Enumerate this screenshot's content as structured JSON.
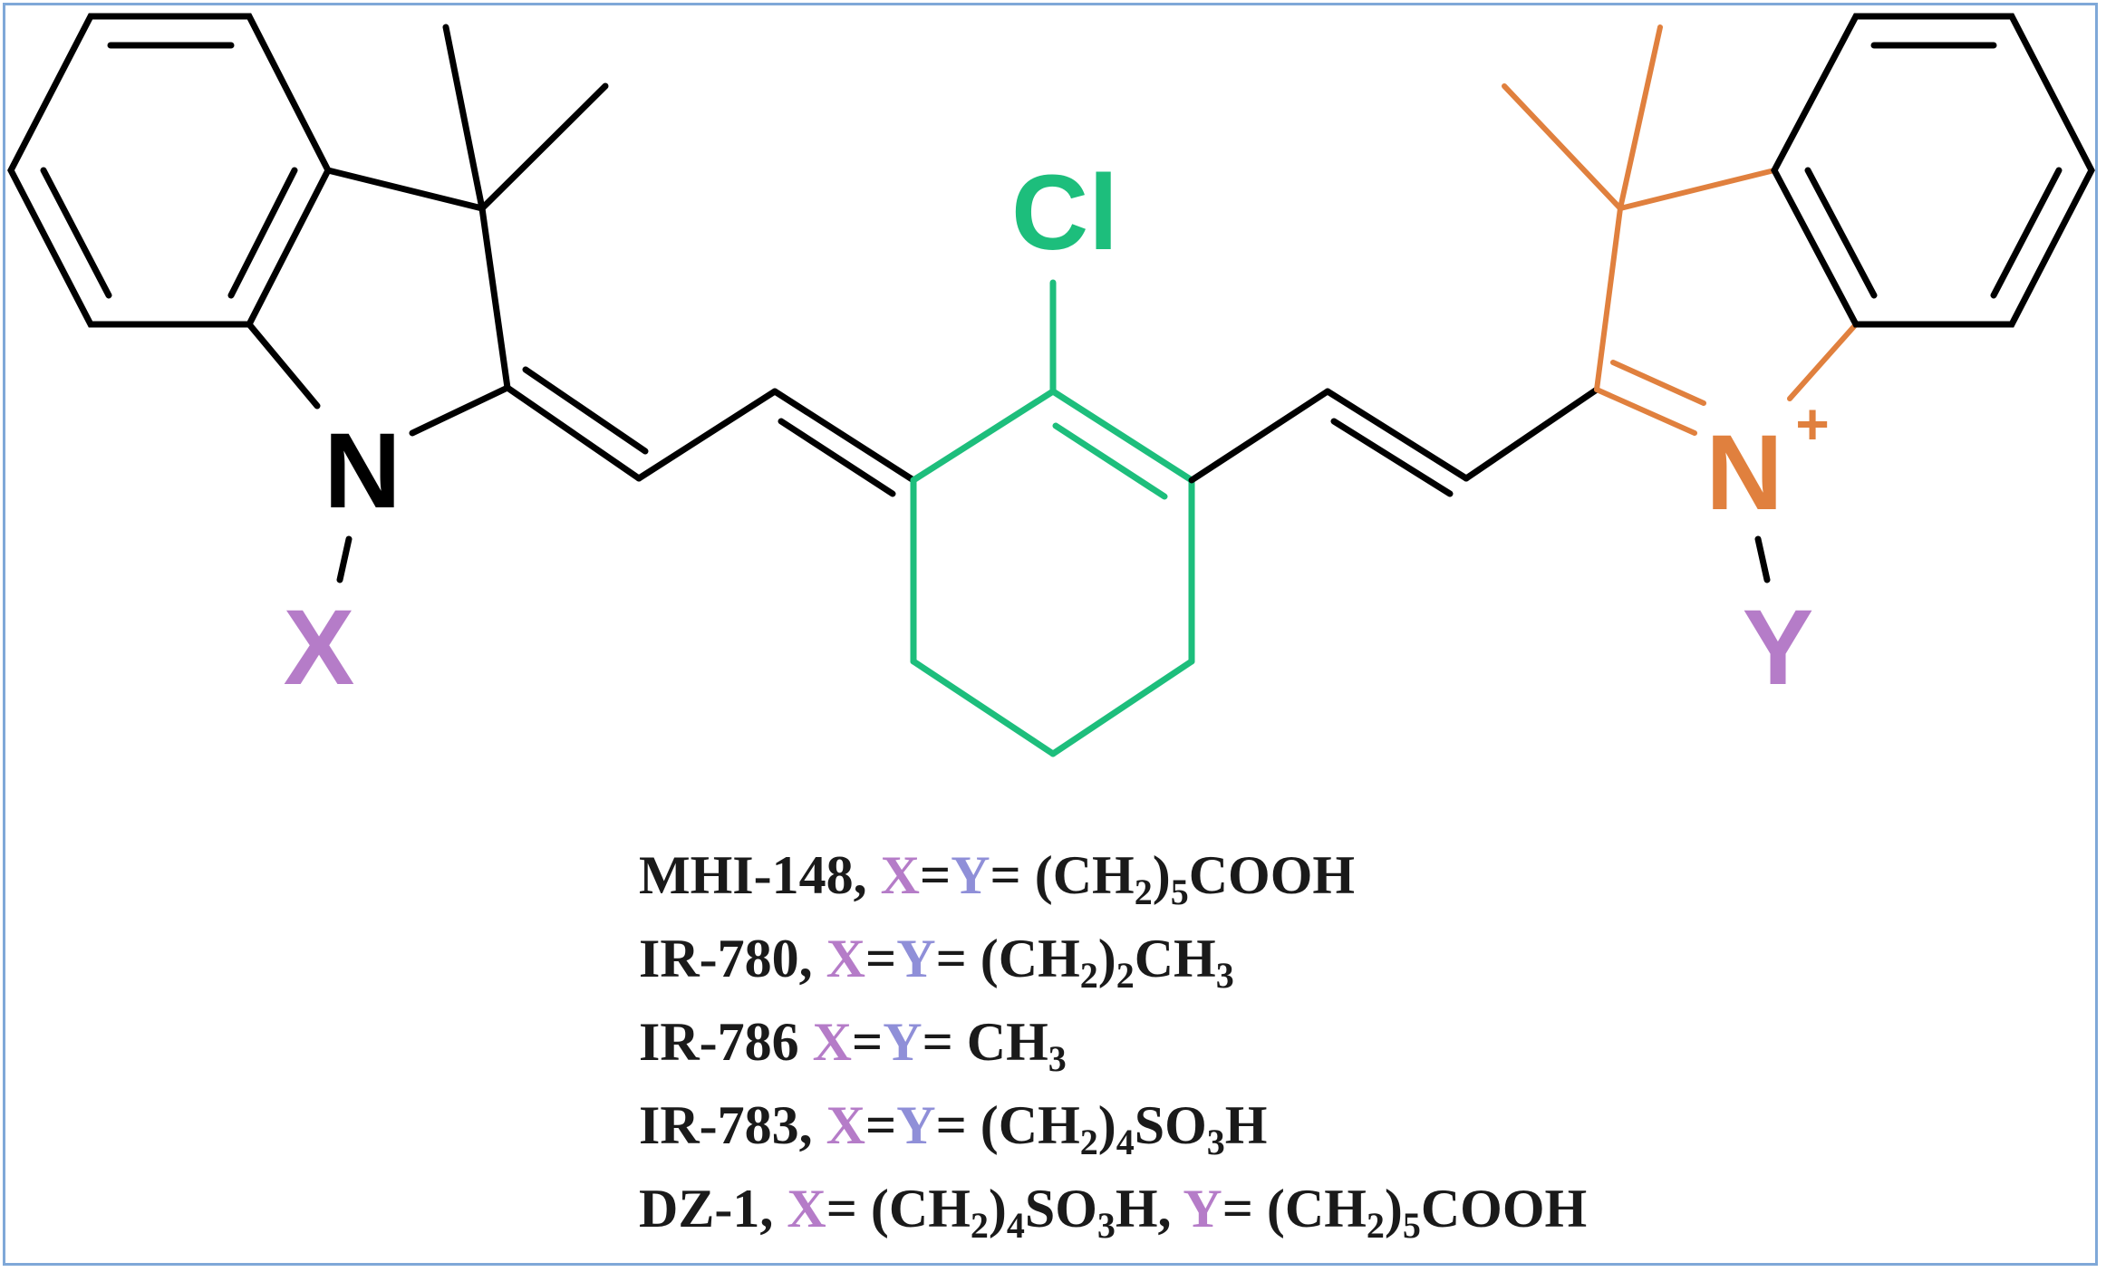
{
  "colors": {
    "frame": "#7fa8d8",
    "bonds_left": "#000000",
    "core_ring": "#1dbe7c",
    "right_indolium": "#e0803e",
    "substituent": "#b57cc8",
    "substituent_y_in_legend": "#8f8fd8"
  },
  "structure": {
    "left_nitrogen": "N",
    "left_substituent": "X",
    "chlorine": "Cl",
    "right_nitrogen": "N",
    "right_charge": "+",
    "right_substituent": "Y"
  },
  "legend": [
    {
      "name": "MHI-148",
      "x_symbol": "X",
      "eq": "=",
      "y_symbol": "Y",
      "formula_parts": [
        {
          "t": "= (CH"
        },
        {
          "sub": "2"
        },
        {
          "t": ")"
        },
        {
          "sub": "5"
        },
        {
          "t": "COOH"
        }
      ],
      "separator": ", "
    },
    {
      "name": "IR-780",
      "x_symbol": "X",
      "eq": "=",
      "y_symbol": "Y",
      "formula_parts": [
        {
          "t": "= (CH"
        },
        {
          "sub": "2"
        },
        {
          "t": ")"
        },
        {
          "sub": "2"
        },
        {
          "t": "CH"
        },
        {
          "sub": "3"
        }
      ],
      "separator": ", "
    },
    {
      "name": "IR-786",
      "x_symbol": "X",
      "eq": "=",
      "y_symbol": "Y",
      "formula_parts": [
        {
          "t": "= CH"
        },
        {
          "sub": "3"
        }
      ],
      "separator": " "
    },
    {
      "name": "IR-783",
      "x_symbol": "X",
      "eq": "=",
      "y_symbol": "Y",
      "formula_parts": [
        {
          "t": "= (CH"
        },
        {
          "sub": "2"
        },
        {
          "t": ")"
        },
        {
          "sub": "4"
        },
        {
          "t": "SO"
        },
        {
          "sub": "3"
        },
        {
          "t": "H"
        }
      ],
      "separator": ", "
    },
    {
      "name": "DZ-1",
      "x_symbol": "X",
      "x_formula_parts": [
        {
          "t": "= (CH"
        },
        {
          "sub": "2"
        },
        {
          "t": ")"
        },
        {
          "sub": "4"
        },
        {
          "t": "SO"
        },
        {
          "sub": "3"
        },
        {
          "t": "H, "
        }
      ],
      "y_symbol": "Y",
      "formula_parts": [
        {
          "t": "= (CH"
        },
        {
          "sub": "2"
        },
        {
          "t": ")"
        },
        {
          "sub": "5"
        },
        {
          "t": "COOH"
        }
      ],
      "separator": ", "
    }
  ]
}
